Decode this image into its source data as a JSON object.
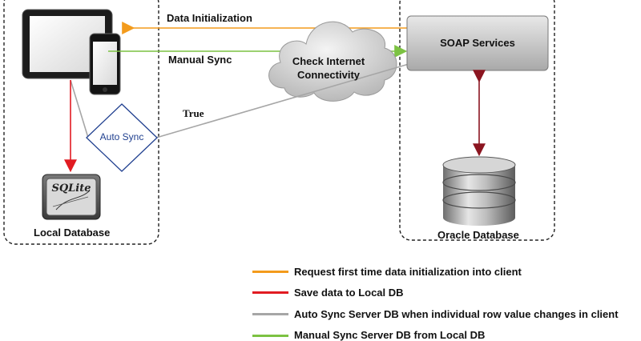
{
  "labels": {
    "data_initialization": "Data Initialization",
    "manual_sync": "Manual Sync",
    "true_label": "True",
    "check_internet_line1": "Check Internet",
    "check_internet_line2": "Connectivity",
    "soap_services": "SOAP Services",
    "auto_sync": "Auto Sync",
    "local_database": "Local Database",
    "oracle_database": "Oracle Database",
    "sqlite_logo": "SQLite"
  },
  "legend": [
    {
      "color": "#f39b1c",
      "text": "Request first time data initialization into client"
    },
    {
      "color": "#e11b22",
      "text": "Save data to Local DB"
    },
    {
      "color": "#a6a6a6",
      "text": "Auto Sync Server DB when individual row value changes in client"
    },
    {
      "color": "#7cc242",
      "text": "Manual Sync Server DB from Local DB"
    }
  ],
  "colors": {
    "orange": "#f39b1c",
    "red": "#e11b22",
    "gray": "#a6a6a6",
    "green": "#7cc242",
    "diamond_text": "#1f3f8f"
  }
}
